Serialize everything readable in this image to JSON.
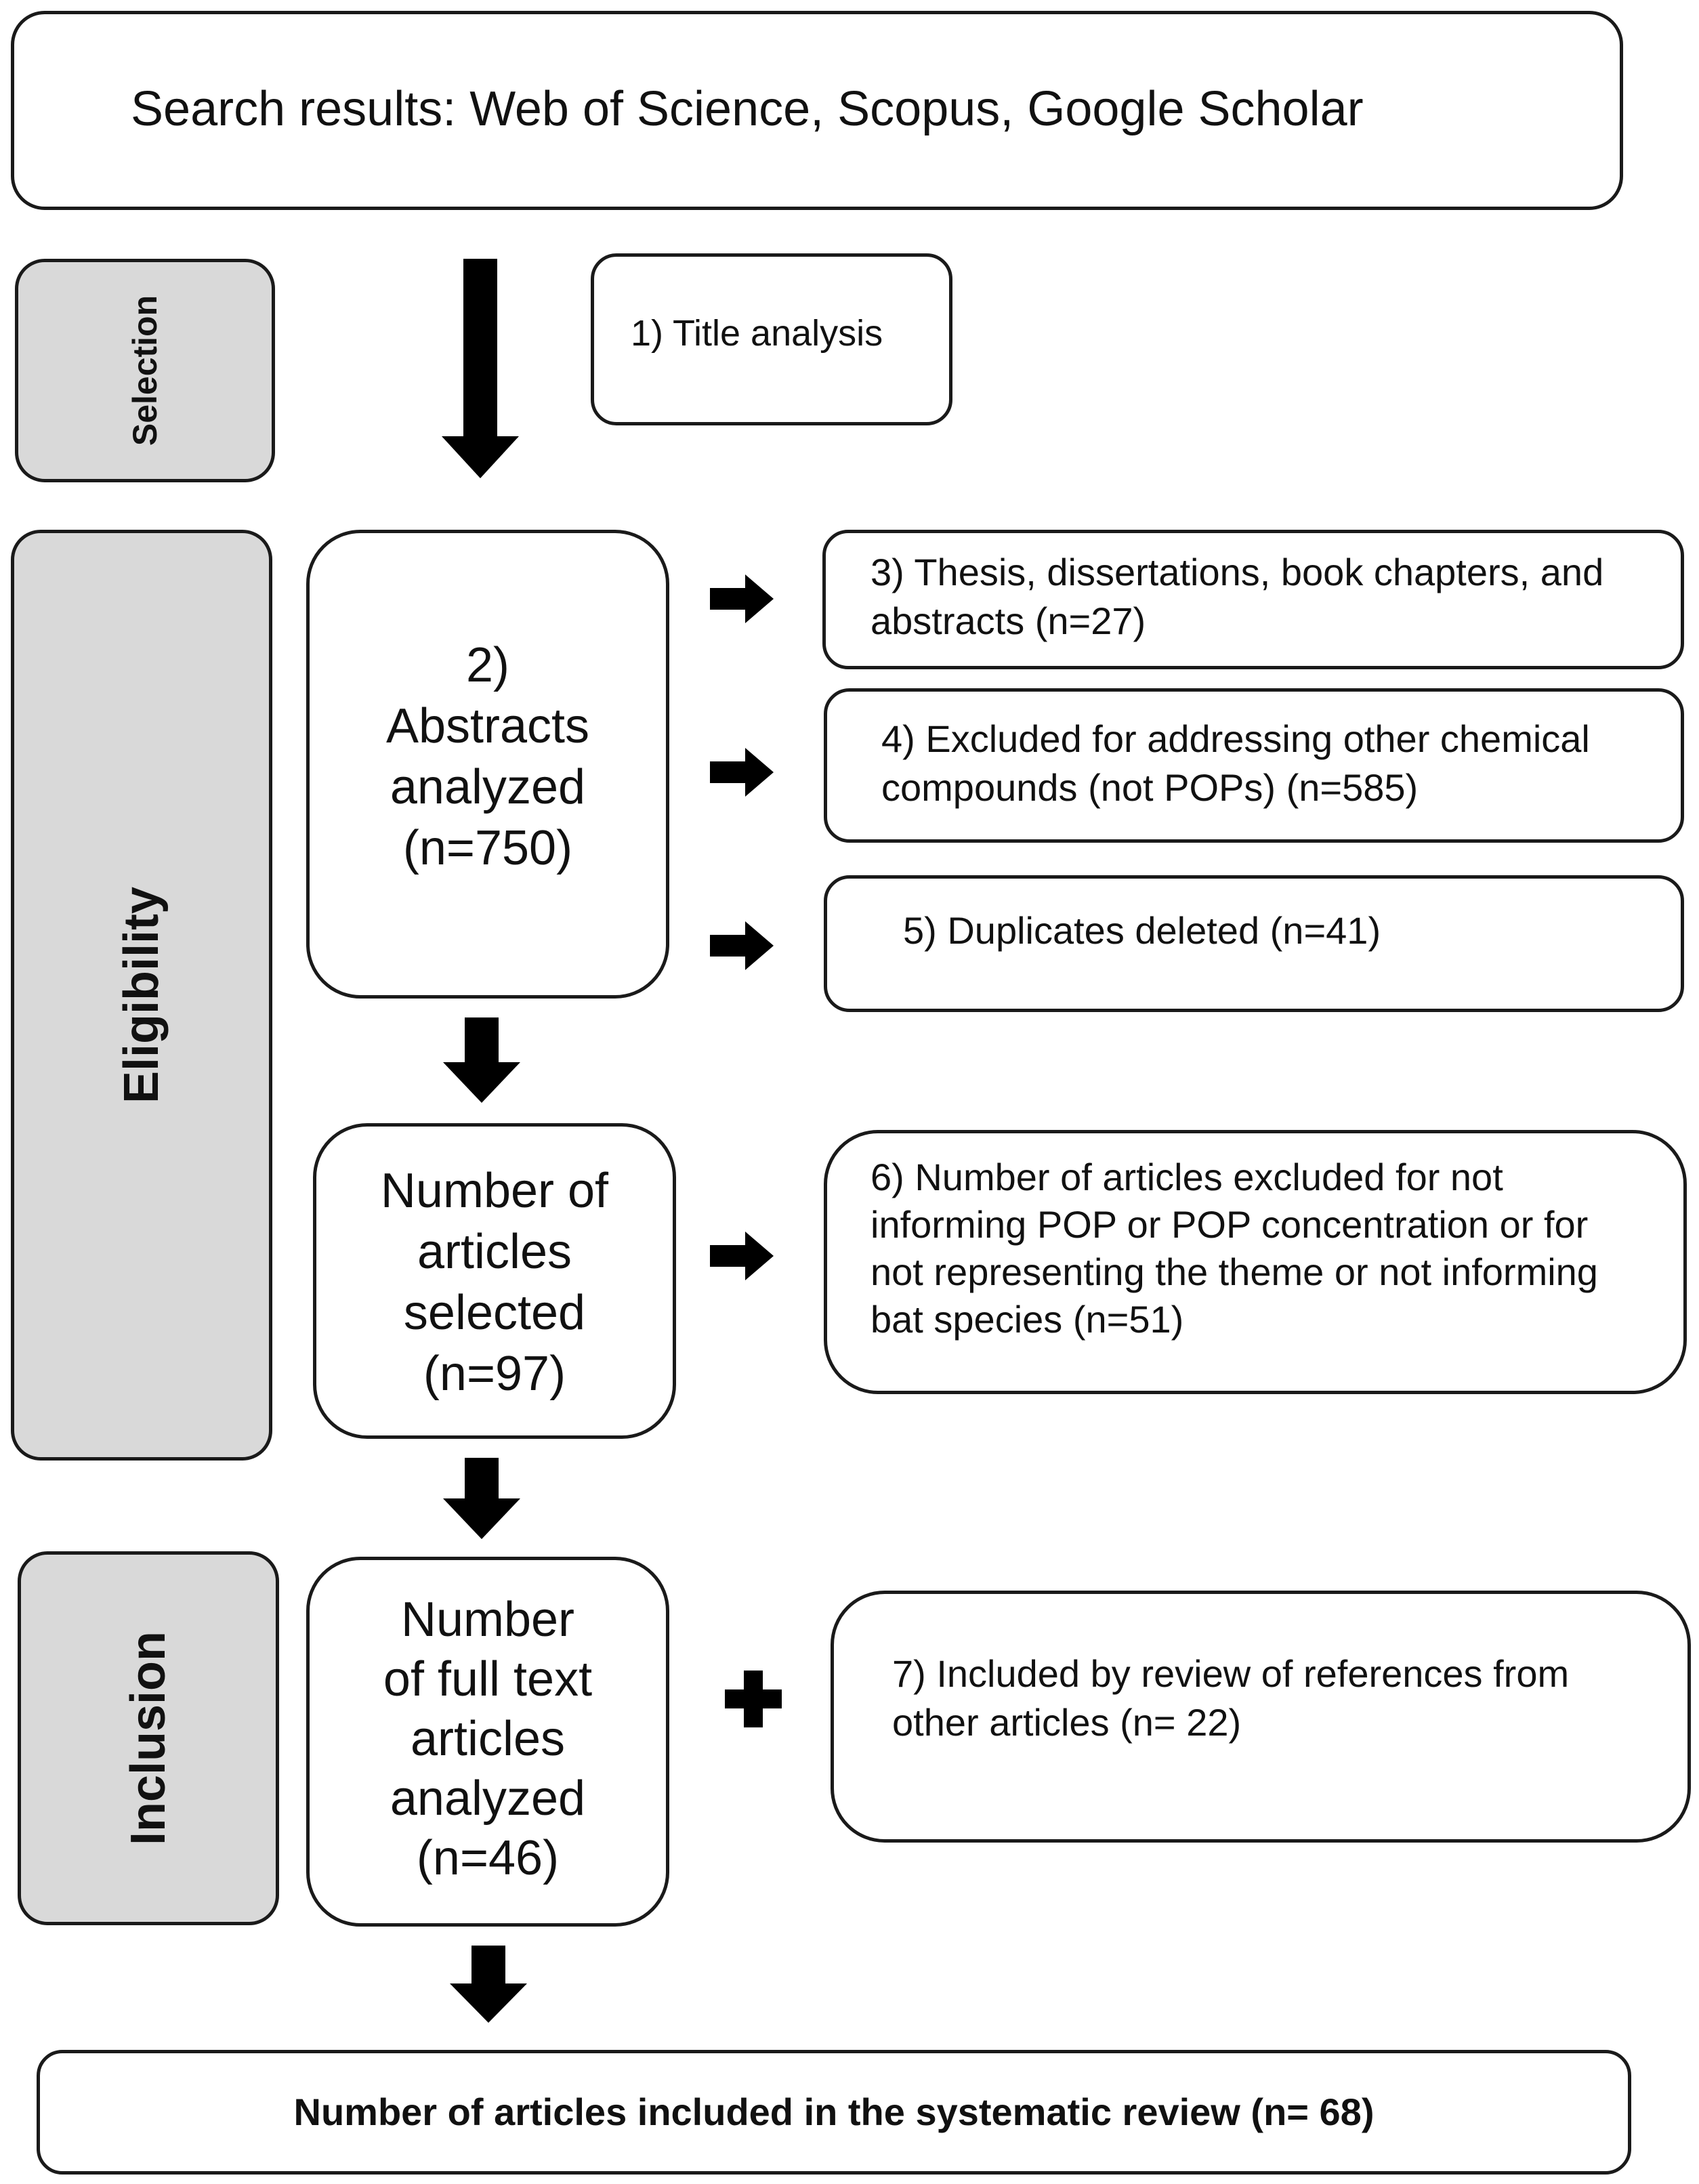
{
  "search": {
    "text": "Search results: Web of Science, Scopus, Google Scholar"
  },
  "stages": {
    "selection": "Selection",
    "eligibility": "Eligibility",
    "inclusion": "Inclusion"
  },
  "title_analysis": "1) Title analysis",
  "abstracts": {
    "line1": "2)",
    "line2": "Abstracts",
    "line3": "analyzed",
    "line4": "(n=750)"
  },
  "exclusions": {
    "thesis": {
      "line1": "3) Thesis, dissertations, book chapters, and",
      "line2": "abstracts (n=27)"
    },
    "other_compounds": {
      "line1": "4)  Excluded for addressing other chemical",
      "line2": "compounds (not POPs) (n=585)"
    },
    "duplicates": "5) Duplicates deleted (n=41)",
    "not_informing": {
      "line1": "6) Number  of articles excluded for not",
      "line2": "informing POP or POP concentration or for",
      "line3": "not representing the theme or not informing",
      "line4": "bat species  (n=51)"
    }
  },
  "selected": {
    "line1": "Number of",
    "line2": "articles",
    "line3": "selected",
    "line4": "(n=97)"
  },
  "full_text": {
    "line1": "Number",
    "line2": "of full text",
    "line3": "articles",
    "line4": "analyzed",
    "line5": "(n=46)"
  },
  "included_refs": {
    "line1": "7) Included by review of references from",
    "line2": "other articles (n= 22)"
  },
  "final": "Number of articles included in the systematic review (n= 68)",
  "colors": {
    "stage_fill": "#d9d9d9",
    "stroke": "#1a1a1a",
    "arrow": "#000000"
  }
}
